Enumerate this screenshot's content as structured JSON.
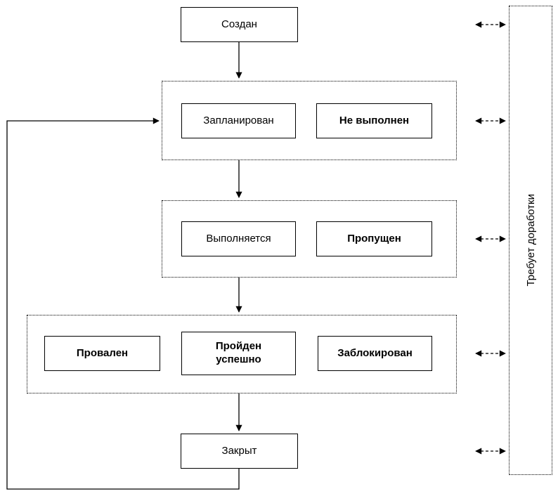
{
  "diagram": {
    "nodes": {
      "created": {
        "label": "Создан"
      },
      "planned": {
        "label": "Запланирован"
      },
      "not_executed": {
        "label": "Не выполнен"
      },
      "in_progress": {
        "label": "Выполняется"
      },
      "skipped": {
        "label": "Пропущен"
      },
      "failed": {
        "label": "Провален"
      },
      "passed": {
        "label": "Пройден успешно"
      },
      "blocked": {
        "label": "Заблокирован"
      },
      "closed": {
        "label": "Закрыт"
      },
      "rework": {
        "label": "Требует доработки"
      }
    },
    "colors": {
      "line": "#000000",
      "background": "#ffffff"
    }
  }
}
